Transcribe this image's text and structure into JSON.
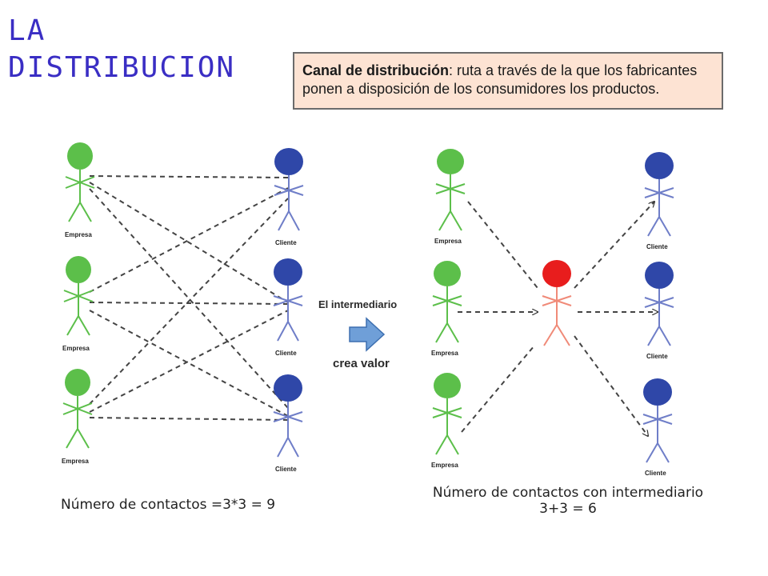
{
  "title": "LA DISTRIBUCION",
  "definition": {
    "term": "Canal de distribución",
    "text": ": ruta a través de la que los fabricantes ponen a disposición de los consumidores los productos."
  },
  "labels": {
    "empresa": "Empresa",
    "cliente": "Cliente"
  },
  "middle": {
    "top": "El intermediario",
    "bottom": "crea valor"
  },
  "captions": {
    "left": "Número de contactos =3*3 = 9",
    "right_line1": "Número de contactos con intermediario",
    "right_line2": "3+3 = 6"
  },
  "colors": {
    "empresa": "#5cbf4a",
    "cliente": "#2f47a8",
    "intermediario": "#e81d1d",
    "title": "#3a2ec4",
    "definition_bg": "#fde3d3",
    "arrow": "#6f9fd8"
  }
}
